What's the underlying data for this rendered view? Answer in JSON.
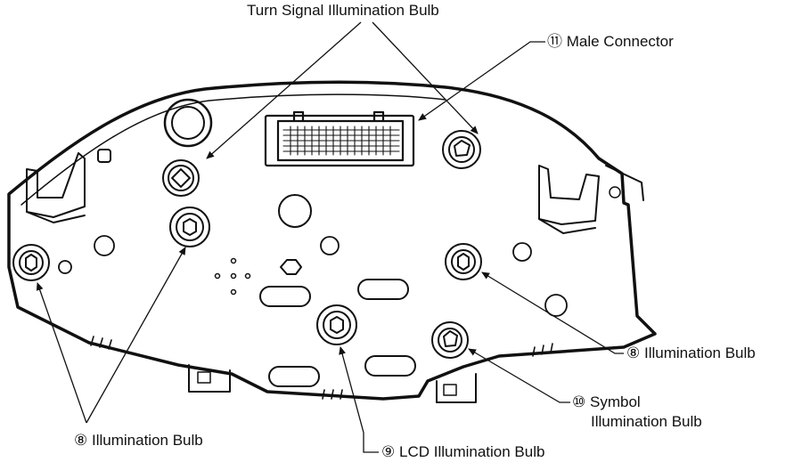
{
  "labels": {
    "turn_signal": "Turn Signal Illumination Bulb",
    "male_connector_num": "⑪",
    "male_connector": "Male Connector",
    "illum_right_num": "⑧",
    "illum_right": "Illumination Bulb",
    "symbol_num": "⑩",
    "symbol_line1": "Symbol",
    "symbol_line2": "Illumination Bulb",
    "lcd_num": "⑨",
    "lcd": "LCD Illumination Bulb",
    "illum_left_num": "⑧",
    "illum_left": "Illumination Bulb"
  }
}
